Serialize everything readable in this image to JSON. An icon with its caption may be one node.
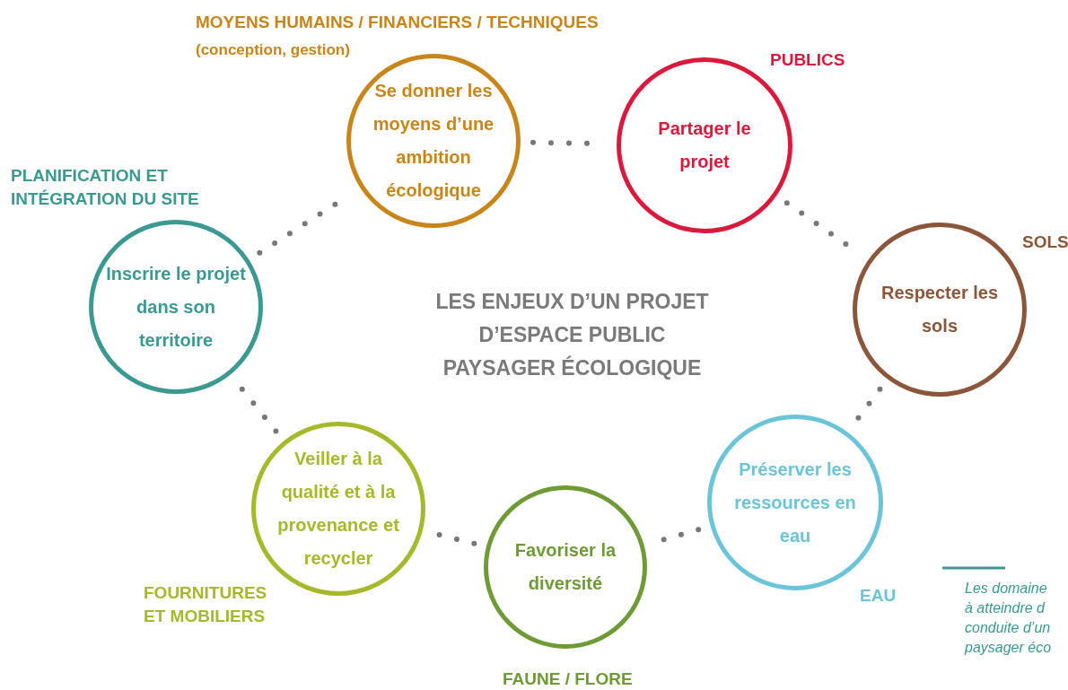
{
  "diagram": {
    "title": "LES ENJEUX D’UN PROJET D’ESPACE PUBLIC PAYSAGER ÉCOLOGIQUE",
    "nodes": [
      {
        "text": [
          "Se donner les moyens d’une ambition écologique"
        ],
        "beside": [
          "MOYENS HUMAINS / FINANCIERS / TECHNIQUES",
          "(conception, gestion)"
        ]
      },
      {
        "text": [
          "Partager le projet"
        ],
        "beside": [
          "PUBLICS"
        ]
      },
      {
        "text": [
          "Respecter les sols"
        ],
        "beside": [
          "SOLS"
        ]
      },
      {
        "text": [
          "Inscrire le projet dans son territoire"
        ],
        "beside": [
          "PLANIFICATION ET INTÉGRATION DU SITE"
        ]
      },
      {
        "text": [
          "Préserver les ressources en eau"
        ],
        "beside": [
          "EAU"
        ]
      },
      {
        "text": [
          "Veiller à la qualité et à la provenance et recycler"
        ],
        "beside": [
          "FOURNITURES ET MOBILIERS"
        ]
      },
      {
        "text": [
          "Favoriser la diversité"
        ],
        "beside": [
          "FAUNE / FLORE"
        ]
      }
    ],
    "edges": [
      {
        "from": 0,
        "to": 1,
        "arrow": "none",
        "style": "dashed"
      },
      {
        "from": 1,
        "to": 2,
        "arrow": "none",
        "style": "dashed"
      },
      {
        "from": 2,
        "to": 4,
        "arrow": "none",
        "style": "dashed"
      },
      {
        "from": 4,
        "to": 6,
        "arrow": "none",
        "style": "dashed"
      },
      {
        "from": 6,
        "to": 5,
        "arrow": "none",
        "style": "dashed"
      },
      {
        "from": 5,
        "to": 3,
        "arrow": "none",
        "style": "dashed"
      },
      {
        "from": 3,
        "to": 0,
        "arrow": "none",
        "style": "dashed"
      }
    ],
    "labels": [
      "Les domaine",
      "à atteindre d",
      "conduite d’un",
      "paysager éco"
    ]
  }
}
